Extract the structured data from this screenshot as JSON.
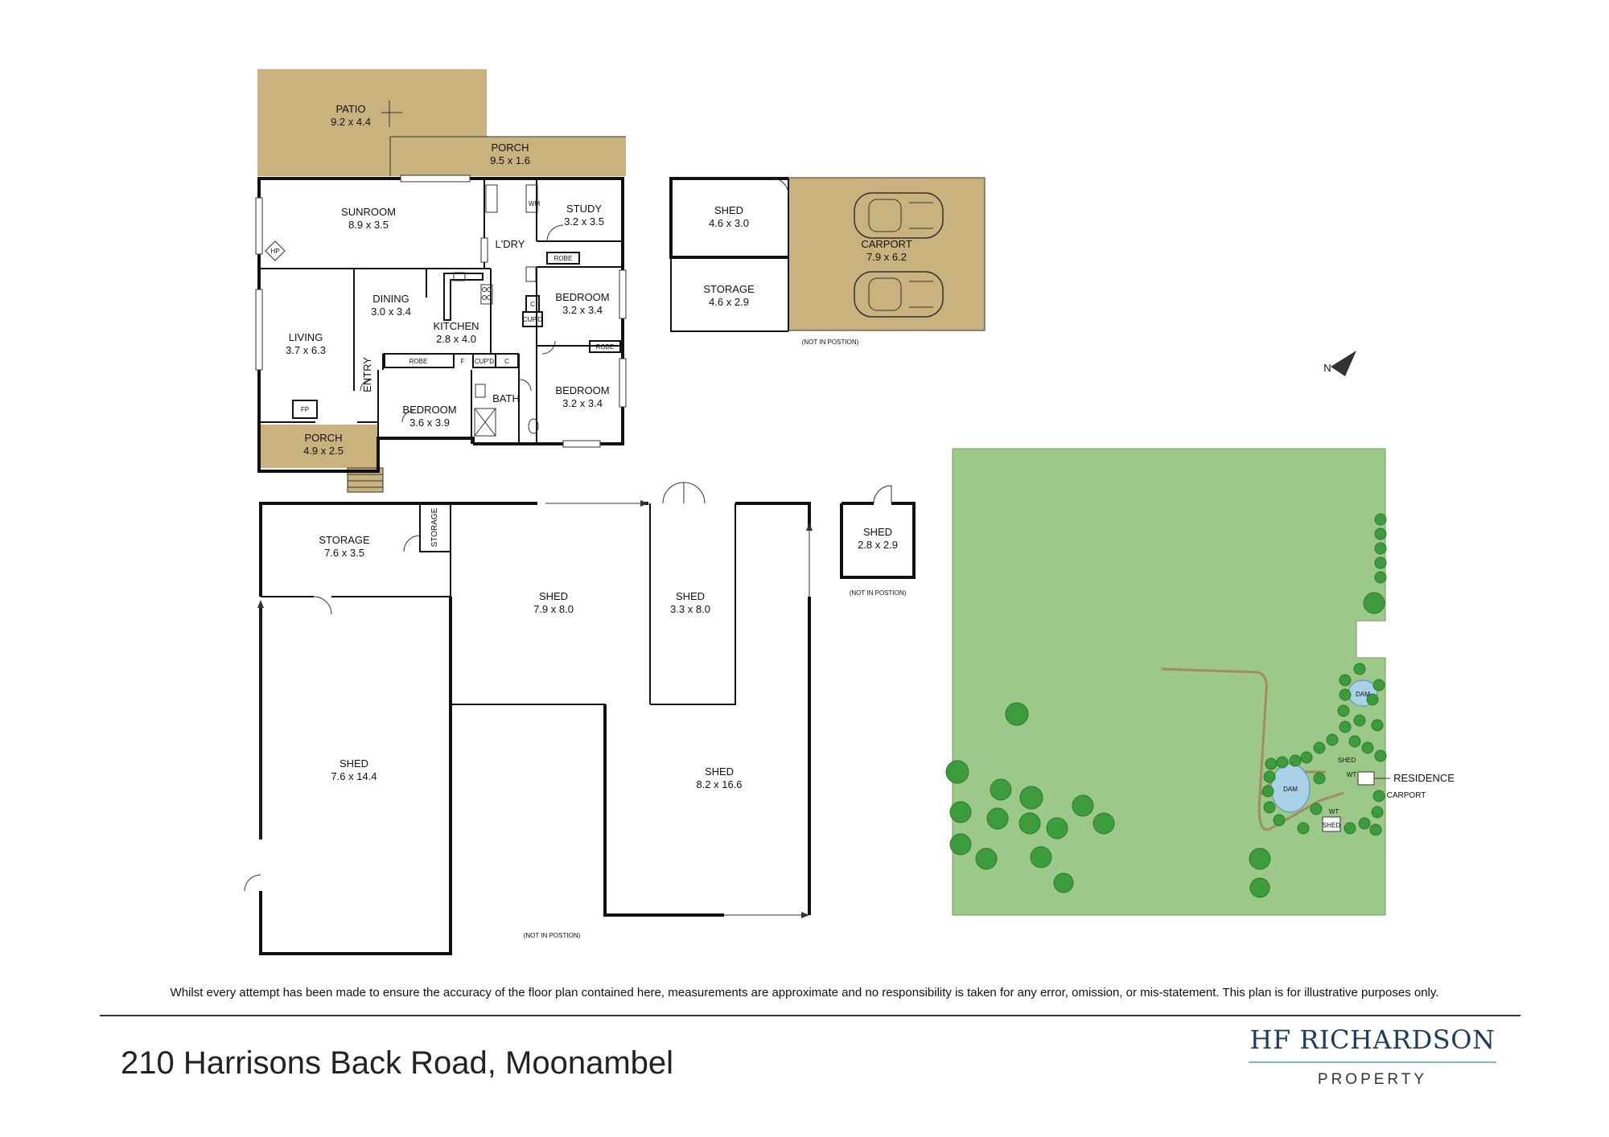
{
  "rooms": {
    "patio": {
      "name": "PATIO",
      "dims": "9.2 x 4.4"
    },
    "porch_back": {
      "name": "PORCH",
      "dims": "9.5 x 1.6"
    },
    "sunroom": {
      "name": "SUNROOM",
      "dims": "8.9 x 3.5"
    },
    "study": {
      "name": "STUDY",
      "dims": "3.2 x 3.5"
    },
    "laundry": {
      "name": "L'DRY"
    },
    "wm": "WM",
    "robe": "ROBE",
    "cupboard": "CUP'D",
    "c": "C",
    "f": "F",
    "fp": "FP",
    "hp": "HP",
    "dining": {
      "name": "DINING",
      "dims": "3.0 x 3.4"
    },
    "kitchen": {
      "name": "KITCHEN",
      "dims": "2.8 x 4.0"
    },
    "bedroom_a": {
      "name": "BEDROOM",
      "dims": "3.2 x 3.4"
    },
    "bedroom_b": {
      "name": "BEDROOM",
      "dims": "3.2 x 3.4"
    },
    "bedroom_c": {
      "name": "BEDROOM",
      "dims": "3.6 x 3.9"
    },
    "living": {
      "name": "LIVING",
      "dims": "3.7 x 6.3"
    },
    "entry": {
      "name": "ENTRY"
    },
    "bath": {
      "name": "BATH"
    },
    "porch_front": {
      "name": "PORCH",
      "dims": "4.9 x 2.5"
    }
  },
  "carport_group": {
    "shed": {
      "name": "SHED",
      "dims": "4.6 x 3.0"
    },
    "storage": {
      "name": "STORAGE",
      "dims": "4.6 x 2.9"
    },
    "carport": {
      "name": "CARPORT",
      "dims": "7.9 x 6.2"
    },
    "note": "(NOT IN POSTION)"
  },
  "shed_group": {
    "storage": {
      "name": "STORAGE",
      "dims": "7.6 x 3.5"
    },
    "storage_small": "STORAGE",
    "shed_a": {
      "name": "SHED",
      "dims": "7.9 x 8.0"
    },
    "shed_b": {
      "name": "SHED",
      "dims": "3.3 x 8.0"
    },
    "shed_c": {
      "name": "SHED",
      "dims": "7.6 x 14.4"
    },
    "shed_d": {
      "name": "SHED",
      "dims": "8.2 x 16.6"
    },
    "note": "(NOT IN POSTION)"
  },
  "small_shed": {
    "name": "SHED",
    "dims": "2.8 x 2.9",
    "note": "(NOT IN POSTION)"
  },
  "site": {
    "dam_a": "DAM",
    "dam_b": "DAM",
    "shed": "SHED",
    "wt_a": "WT",
    "wt_b": "WT",
    "shed_b": "SHED",
    "residence": "RESIDENCE",
    "carport": "CARPORT"
  },
  "compass": "N",
  "colors": {
    "deck": "#c9b27e",
    "grass": "#9cc98a",
    "tree": "#3c9c3c",
    "dam": "#a9d2e8",
    "brand": "#1c3d63",
    "brand_line": "#7fb8ad"
  },
  "disclaimer": "Whilst every attempt has been made to ensure the accuracy of the floor plan contained here, measurements are approximate and no responsibility is taken for any error, omission, or mis-statement. This plan is for illustrative purposes only.",
  "address": "210 Harrisons Back Road, Moonambel",
  "brand": {
    "name": "HF RICHARDSON",
    "sub": "PROPERTY"
  }
}
